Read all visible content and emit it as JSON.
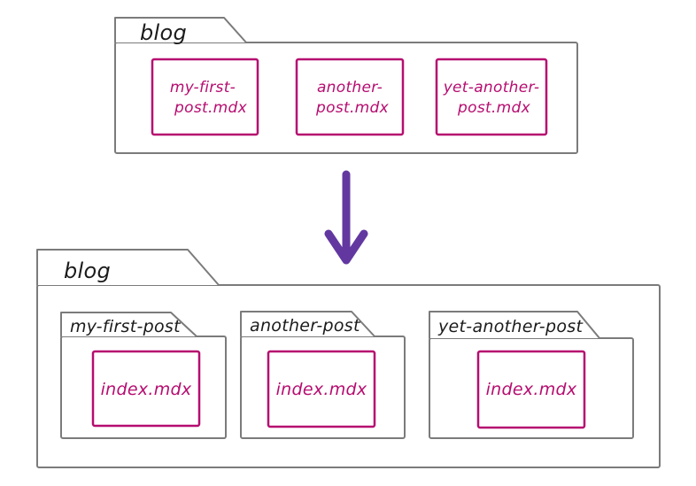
{
  "diagram": {
    "description": "Blog folder restructure: flat mdx files become per-post folders with index.mdx"
  },
  "colors": {
    "outline_gray": "#7b7b7b",
    "file_magenta": "#b60d70",
    "arrow_purple": "#6238a0",
    "label_black": "#1b1b1b",
    "background": "#ffffff"
  },
  "top_folder": {
    "label": "blog",
    "files": [
      {
        "line1": "my-first-",
        "line2": "post.mdx"
      },
      {
        "line1": "another-",
        "line2": "post.mdx"
      },
      {
        "line1": "yet-another-",
        "line2": "post.mdx"
      }
    ]
  },
  "arrow": {
    "direction": "down",
    "icon": "down-arrow-icon"
  },
  "bottom_folder": {
    "label": "blog",
    "subfolders": [
      {
        "label": "my-first-post",
        "file": "index.mdx"
      },
      {
        "label": "another-post",
        "file": "index.mdx"
      },
      {
        "label": "yet-another-post",
        "file": "index.mdx"
      }
    ]
  }
}
